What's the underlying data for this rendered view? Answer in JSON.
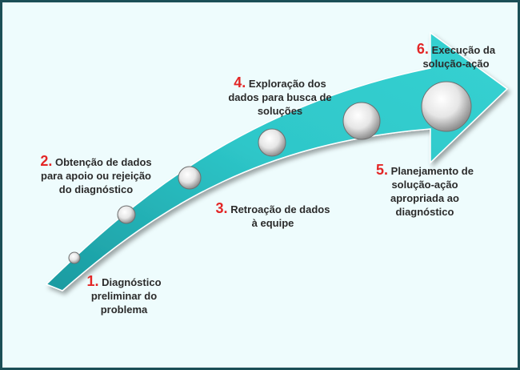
{
  "colors": {
    "background": "#eefcfd",
    "border": "#1b4f57",
    "arrow_fill": "#2ec7c9",
    "arrow_shade": "#1a9aa0",
    "number": "#e32626",
    "text": "#2b2b2b"
  },
  "steps": [
    {
      "number": "1.",
      "lines": [
        "Diagnóstico",
        "preliminar do",
        "problema"
      ]
    },
    {
      "number": "2.",
      "lines": [
        "Obtenção de dados",
        "para apoio ou rejeição",
        "do diagnóstico"
      ]
    },
    {
      "number": "3.",
      "lines": [
        "Retroação de dados",
        "à equipe"
      ]
    },
    {
      "number": "4.",
      "lines": [
        "Exploração dos",
        "dados para busca de",
        "soluções"
      ]
    },
    {
      "number": "5.",
      "lines": [
        "Planejamento de",
        "solução-ação",
        "apropriada ao",
        "diagnóstico"
      ]
    },
    {
      "number": "6.",
      "lines": [
        "Execução da",
        "solução-ação"
      ]
    }
  ]
}
